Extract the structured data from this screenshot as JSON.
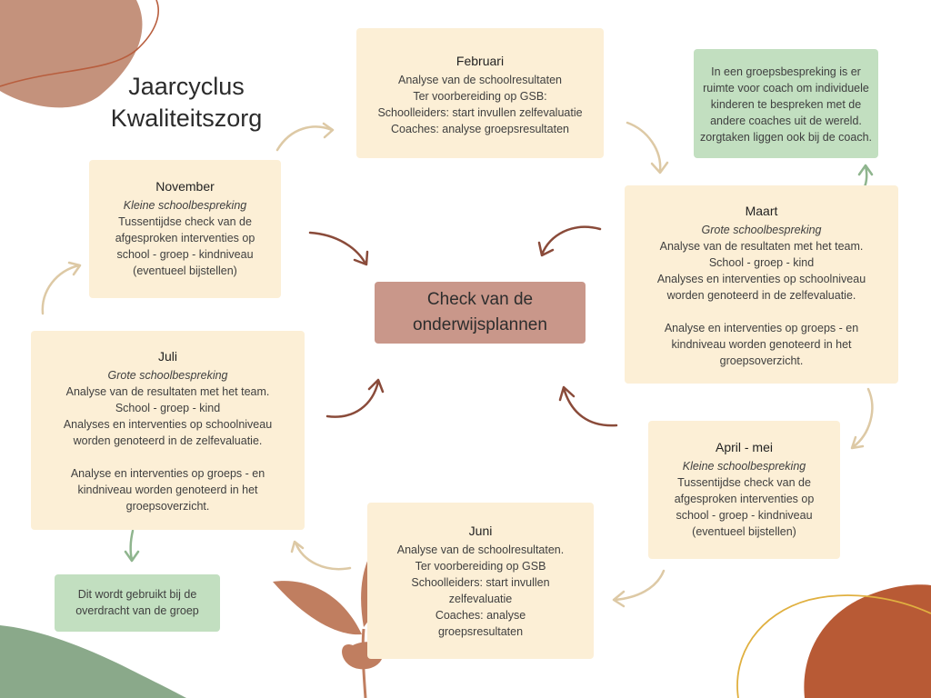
{
  "title": {
    "line1": "Jaarcyclus",
    "line2": "Kwaliteitszorg"
  },
  "center": {
    "line1": "Check van de",
    "line2": "onderwijsplannen"
  },
  "boxes": {
    "februari": {
      "heading": "Februari",
      "lines": [
        "Analyse van de schoolresultaten",
        "Ter voorbereiding op GSB:",
        "Schoolleiders: start invullen zelfevaluatie",
        "Coaches: analyse groepsresultaten"
      ]
    },
    "november": {
      "heading": "November",
      "subtitle": "Kleine schoolbespreking",
      "lines": [
        "Tussentijdse check van de",
        "afgesproken interventies op",
        "school - groep - kindniveau",
        "(eventueel bijstellen)"
      ]
    },
    "maart": {
      "heading": "Maart",
      "subtitle": "Grote schoolbespreking",
      "lines": [
        "Analyse van de resultaten met het team.",
        "School - groep - kind",
        "Analyses en interventies op schoolniveau",
        "worden genoteerd in de zelfevaluatie.",
        "",
        "Analyse en interventies op groeps - en",
        "kindniveau worden genoteerd in het",
        "groepsoverzicht."
      ]
    },
    "juli": {
      "heading": "Juli",
      "subtitle": "Grote schoolbespreking",
      "lines": [
        "Analyse van de resultaten met het team.",
        "School - groep - kind",
        "Analyses en interventies op schoolniveau",
        "worden genoteerd in de zelfevaluatie.",
        "",
        "Analyse en interventies op groeps - en",
        "kindniveau worden genoteerd in het",
        "groepsoverzicht."
      ]
    },
    "april_mei": {
      "heading": "April - mei",
      "subtitle": "Kleine schoolbespreking",
      "lines": [
        "Tussentijdse check van de",
        "afgesproken interventies op",
        "school - groep - kindniveau",
        "(eventueel bijstellen)"
      ]
    },
    "juni": {
      "heading": "Juni",
      "lines": [
        "Analyse van de schoolresultaten.",
        "Ter voorbereiding op  GSB",
        "Schoolleiders: start invullen",
        "zelfevaluatie",
        "Coaches: analyse",
        "groepsresultaten"
      ]
    }
  },
  "notes": {
    "coach": {
      "lines": [
        "In een groepsbespreking is er",
        "ruimte voor coach om individuele",
        "kinderen te bespreken met de",
        "andere coaches uit de wereld.",
        "zorgtaken liggen ook bij de coach."
      ]
    },
    "overdracht": {
      "lines": [
        "Dit wordt gebruikt bij de",
        "overdracht van de groep"
      ]
    }
  },
  "colors": {
    "box": "#fcefd6",
    "note": "#c2dfc0",
    "center": "#c9978a",
    "arrow_brown": "#8a4b3a",
    "arrow_beige": "#ddc9a5",
    "arrow_green": "#8fb58e"
  }
}
